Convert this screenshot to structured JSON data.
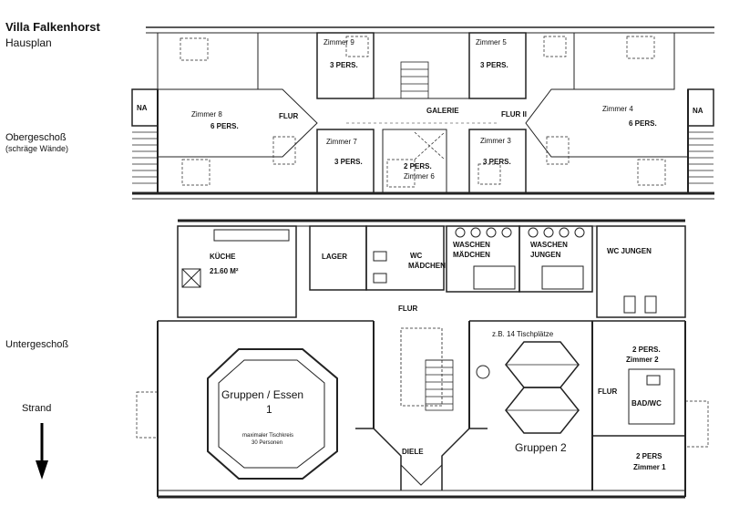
{
  "header": {
    "title": "Villa Falkenhorst",
    "subtitle": "Hausplan"
  },
  "floors": {
    "upper": {
      "label": "Obergeschoß",
      "note": "(schräge Wände)"
    },
    "lower": {
      "label": "Untergeschoß"
    }
  },
  "compass": {
    "label": "Strand"
  },
  "upper_rooms": {
    "zimmer9": {
      "name": "Zimmer 9",
      "capacity": "3 PERS."
    },
    "zimmer5": {
      "name": "Zimmer 5",
      "capacity": "3 PERS."
    },
    "zimmer8": {
      "name": "Zimmer 8",
      "capacity": "6 PERS."
    },
    "zimmer4": {
      "name": "Zimmer 4",
      "capacity": "6 PERS."
    },
    "zimmer7": {
      "name": "Zimmer 7",
      "capacity": "3 PERS."
    },
    "zimmer3": {
      "name": "Zimmer 3",
      "capacity": "3 PERS."
    },
    "zimmer6": {
      "name": "Zimmer 6",
      "capacity": "2 PERS."
    },
    "na_left": "NA",
    "na_right": "NA",
    "flur": "FLUR",
    "galerie": "GALERIE",
    "flur2": "FLUR II"
  },
  "lower_rooms": {
    "kueche": "KÜCHE",
    "kueche_area": "21.60 M²",
    "lager": "LAGER",
    "wc_maedchen_1": "WC",
    "wc_maedchen_2": "MÄDCHEN",
    "waschen_maedchen_1": "WASCHEN",
    "waschen_maedchen_2": "MÄDCHEN",
    "waschen_jungen_1": "WASCHEN",
    "waschen_jungen_2": "JUNGEN",
    "wc_jungen": "WC  JUNGEN",
    "flur": "FLUR",
    "gruppen_essen": "Gruppen / Essen",
    "gruppen_essen_no": "1",
    "tischkreis_1": "maximaler Tischkreis",
    "tischkreis_2": "30 Personen",
    "tischplaetze": "z.B. 14 Tischplätze",
    "gruppen2": "Gruppen   2",
    "zimmer2": {
      "name": "Zimmer 2",
      "capacity": "2 PERS."
    },
    "zimmer1": {
      "name": "Zimmer 1",
      "capacity": "2 PERS"
    },
    "flur_right": "FLUR",
    "bad_wc": "BAD/WC",
    "diele": "DIELE"
  }
}
